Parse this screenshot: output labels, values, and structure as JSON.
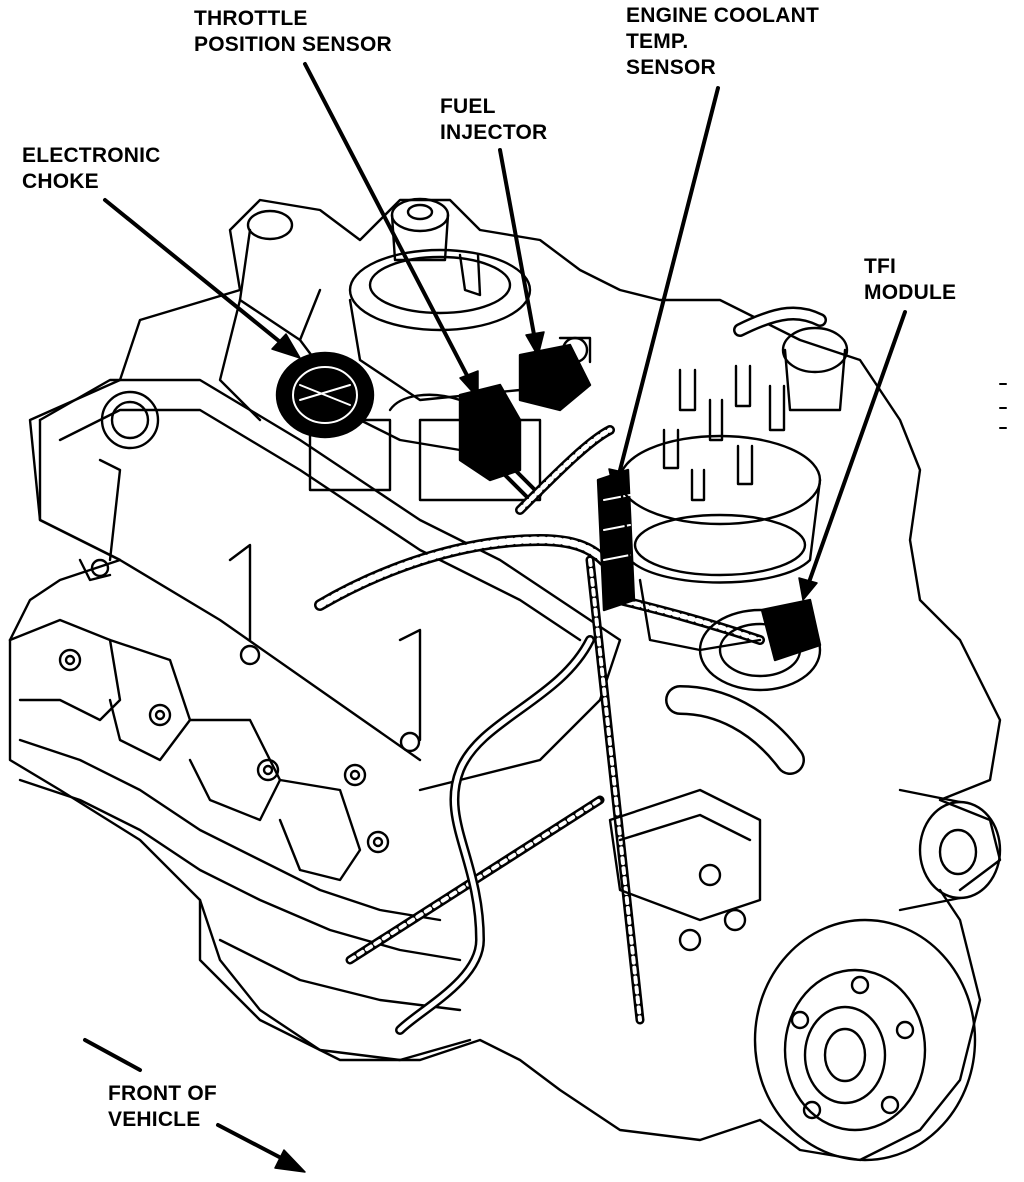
{
  "callouts": {
    "throttle_position_sensor": {
      "line1": "THROTTLE",
      "line2": "POSITION SENSOR"
    },
    "engine_coolant_temp_sensor": {
      "line1": "ENGINE COOLANT",
      "line2": "TEMP.",
      "line3": "SENSOR"
    },
    "fuel_injector": {
      "line1": "FUEL",
      "line2": "INJECTOR"
    },
    "electronic_choke": {
      "line1": "ELECTRONIC",
      "line2": "CHOKE"
    },
    "tfi_module": {
      "line1": "TFI",
      "line2": "MODULE"
    },
    "front_of_vehicle": {
      "line1": "FRONT OF",
      "line2": "VEHICLE"
    }
  },
  "colors": {
    "ink": "#000000",
    "paper": "#ffffff"
  }
}
